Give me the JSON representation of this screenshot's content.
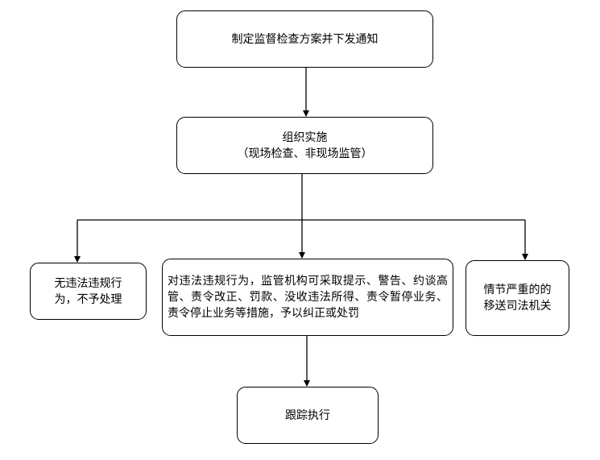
{
  "flowchart": {
    "nodes": {
      "issue_plan": "制定监督检查方案并下发通知",
      "implement": "组织实施\n（现场检查、非现场监管）",
      "no_violation": "无违法违规行\n为，不予处理",
      "penalties": "对违法违规行为，监管机构可采取提示、警告、约谈高管、责令改正、罚款、没收违法所得、责令暂停业务、责令停止业务等措施，予以纠正或处罚",
      "judicial_transfer": "情节严重的的\n移送司法机关",
      "follow_up": "跟踪执行"
    },
    "edges": [
      {
        "from": "issue_plan",
        "to": "implement"
      },
      {
        "from": "implement",
        "to": "no_violation"
      },
      {
        "from": "implement",
        "to": "penalties"
      },
      {
        "from": "implement",
        "to": "judicial_transfer"
      },
      {
        "from": "penalties",
        "to": "follow_up"
      }
    ],
    "colors": {
      "stroke": "#000000",
      "background": "#ffffff",
      "text": "#000000"
    }
  }
}
